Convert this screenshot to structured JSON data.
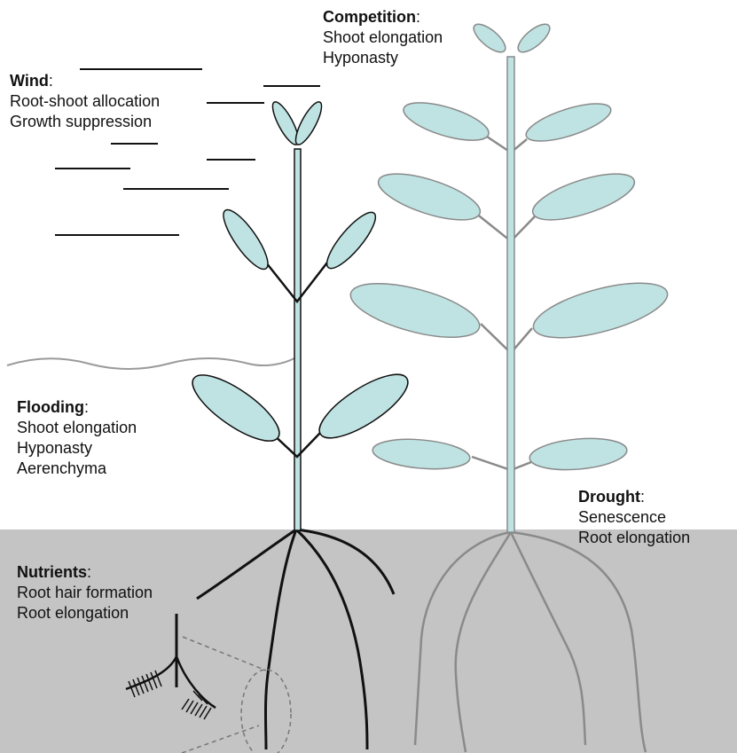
{
  "labels": {
    "wind": {
      "title": "Wind",
      "lines": [
        "Root-shoot allocation",
        "Growth suppression"
      ]
    },
    "competition": {
      "title": "Competition",
      "lines": [
        "Shoot elongation",
        "Hyponasty"
      ]
    },
    "flooding": {
      "title": "Flooding",
      "lines": [
        "Shoot elongation",
        "Hyponasty",
        "Aerenchyma"
      ]
    },
    "drought": {
      "title": "Drought",
      "lines": [
        "Senescence",
        "Root elongation"
      ]
    },
    "nutrients": {
      "title": "Nutrients",
      "lines": [
        "Root hair formation",
        "Root elongation"
      ]
    }
  },
  "colors": {
    "leaf_fill": "#bfe3e2",
    "soil": "#c4c4c4",
    "outline": "#111111",
    "gray_plant": "#8a8a8a",
    "water_line": "#9a9a9a"
  }
}
